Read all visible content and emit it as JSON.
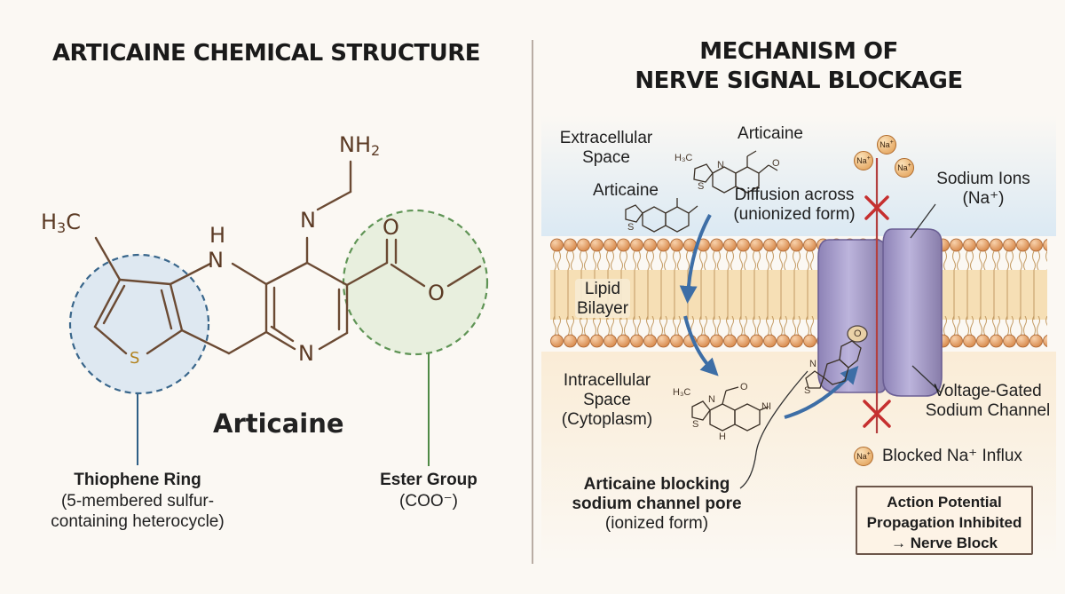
{
  "left_panel": {
    "title": "ARTICAINE CHEMICAL STRUCTURE",
    "molecule_name": "Articaine",
    "atoms": {
      "nh2": "NH",
      "nh2_sub": "2",
      "h3c_h": "H",
      "h3c_sub": "3",
      "h3c_c": "C",
      "nh_h": "H",
      "nh_n": "N",
      "n_top": "N",
      "o_top": "O",
      "o_ester": "O",
      "n_ring": "N",
      "s": "S"
    },
    "thiophene": {
      "title": "Thiophene Ring",
      "line1": "(5-membered sulfur-",
      "line2": "containing heterocycle)"
    },
    "ester": {
      "title": "Ester Group",
      "formula": "(COO⁻)"
    }
  },
  "right_panel": {
    "title_line1": "MECHANISM OF",
    "title_line2": "NERVE SIGNAL BLOCKAGE",
    "extracellular_line1": "Extracellular",
    "extracellular_line2": "Space",
    "articaine_top": "Articaine",
    "articaine_left": "Articaine",
    "diffusion_line1": "Diffusion across",
    "diffusion_line2": "(unionized form)",
    "sodium_ions_line1": "Sodium Ions",
    "sodium_ions_line2": "(Na⁺)",
    "lipid_line1": "Lipid",
    "lipid_line2": "Bilayer",
    "intracellular_line1": "Intracellular",
    "intracellular_line2": "Space",
    "intracellular_line3": "(Cytoplasm)",
    "channel_line1": "Voltage-Gated",
    "channel_line2": "Sodium Channel",
    "na_badge": "Na",
    "na_badge_sup": "+",
    "blocked_influx": "Blocked Na⁺ Influx",
    "blocking_line1": "Articaine blocking",
    "blocking_line2": "sodium channel pore",
    "blocking_line3": "(ionized form)",
    "result_line1": "Action Potential",
    "result_line2": "Propagation Inhibited",
    "result_line3": "→ Nerve Block",
    "small_atoms": {
      "h3c": "H₃C",
      "n": "N",
      "h": "H",
      "s": "S",
      "o": "O",
      "ni": "NI"
    }
  },
  "colors": {
    "bond": "#6b4a33",
    "thiophene_fill": "#dde8f1",
    "thiophene_stroke": "#2f5f86",
    "ester_fill": "#e6efdc",
    "ester_stroke": "#4f8a45",
    "membrane_head": "#e7aa74",
    "channel": "#a39ac6",
    "block_red": "#c62f2f",
    "arrow_blue": "#3d6ea6"
  }
}
